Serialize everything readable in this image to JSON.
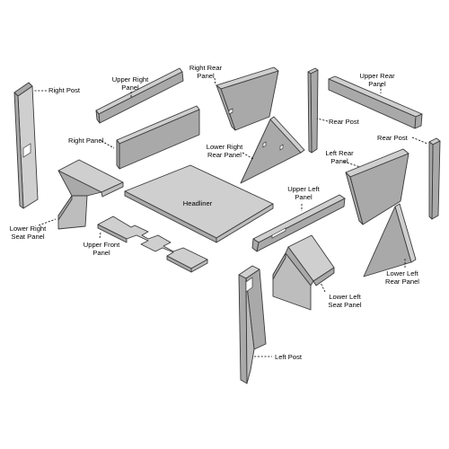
{
  "colors": {
    "panel_top": "#cfcfcf",
    "panel_side": "#a9a9a9",
    "panel_front": "#bdbdbd",
    "outline": "#3a3a3a",
    "background": "#ffffff"
  },
  "labels": {
    "right_post": "Right Post",
    "upper_right_panel": [
      "Upper Right",
      "Panel"
    ],
    "right_rear_panel": [
      "Right Rear",
      "Panel"
    ],
    "upper_rear_panel": [
      "Upper Rear",
      "Panel"
    ],
    "rear_post_center": "Rear Post",
    "rear_post_right": "Rear Post",
    "right_panel": "Right Panel",
    "lower_right_rear_panel": [
      "Lower Right",
      "Rear Panel"
    ],
    "left_rear_panel": [
      "Left Rear",
      "Panel"
    ],
    "headliner": "Headliner",
    "upper_left_panel": [
      "Upper Left",
      "Panel"
    ],
    "lower_right_seat_panel": [
      "Lower Right",
      "Seat Panel"
    ],
    "upper_front_panel": [
      "Upper Front",
      "Panel"
    ],
    "lower_left_seat_panel": [
      "Lower Left",
      "Seat Panel"
    ],
    "lower_left_rear_panel": [
      "Lower Left",
      "Rear Panel"
    ],
    "left_post": "Left Post"
  }
}
